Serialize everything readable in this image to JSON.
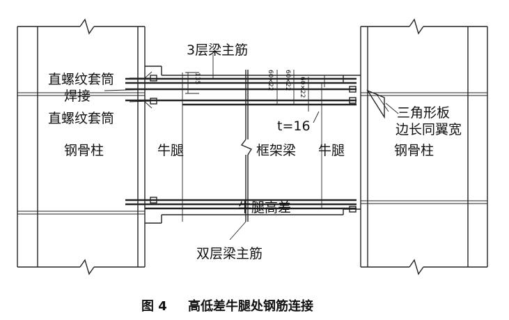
{
  "labels": {
    "top_rebar": "3层梁主筋",
    "coupler_1": "直螺纹套筒",
    "weld": "焊接",
    "coupler_2": "直螺纹套筒",
    "left_column": "钢骨柱",
    "left_corbel": "牛腿",
    "frame_beam": "框架梁",
    "right_corbel": "牛腿",
    "right_column": "钢骨柱",
    "triangle_plate_1": "三角形板",
    "triangle_plate_2": "边长同翼宽",
    "plate_thickness": "t=16",
    "corbel_height_diff": "牛腿高差",
    "double_rebar": "双层梁主筋",
    "dim_135": "135",
    "dim_a": "60×22",
    "dim_b": "60×22",
    "dim_c": "60×22"
  },
  "caption": {
    "figure_no": "图 4",
    "title": "高低差牛腿处钢筋连接"
  }
}
